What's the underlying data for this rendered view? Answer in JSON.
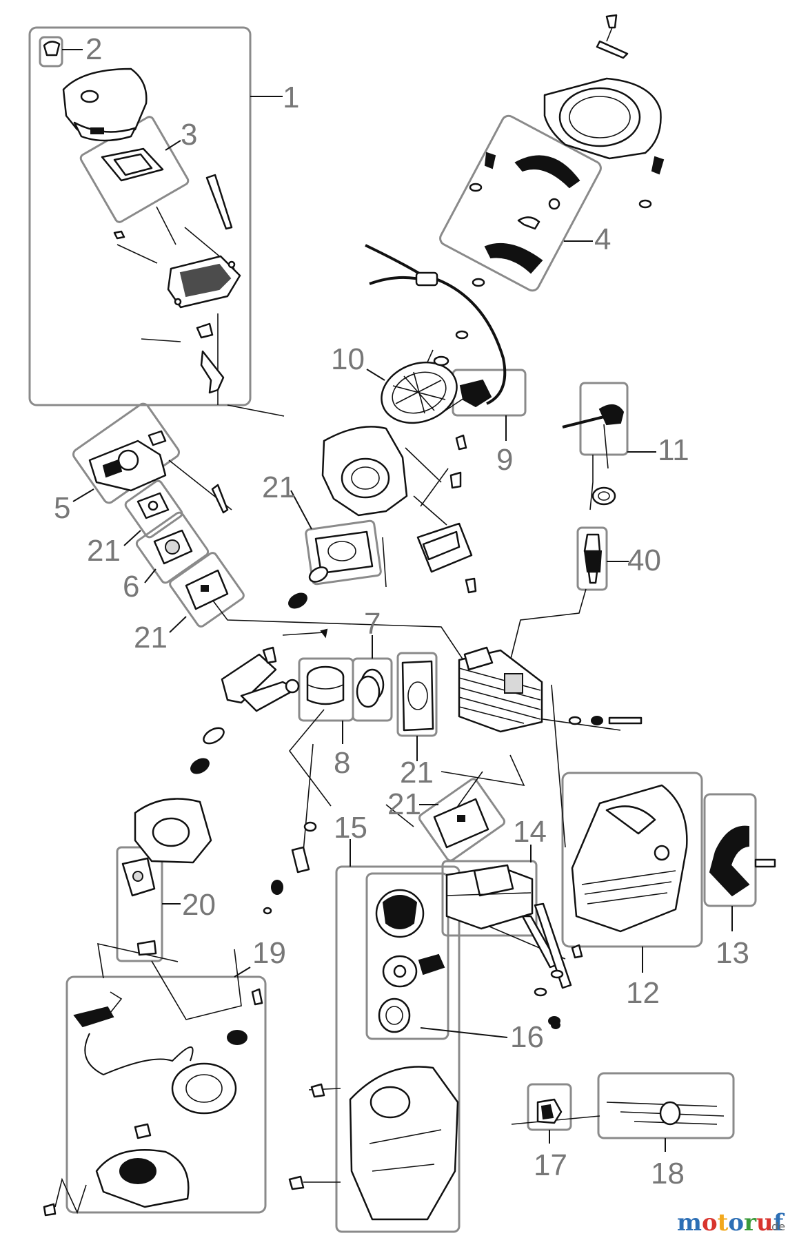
{
  "labels": [
    "1",
    "2",
    "3",
    "4",
    "5",
    "6",
    "7",
    "8",
    "9",
    "10",
    "11",
    "12",
    "13",
    "14",
    "15",
    "16",
    "17",
    "18",
    "19",
    "20",
    "21",
    "40"
  ],
  "watermark": {
    "letters": [
      "m",
      "o",
      "t",
      "o",
      "r",
      "u",
      "f"
    ],
    "letter_colors": [
      "#2d6fb5",
      "#d8352f",
      "#f2a81d",
      "#2d6fb5",
      "#3a9a3a",
      "#d8352f",
      "#2d6fb5"
    ],
    "suffix": ".de"
  },
  "colors": {
    "frame": "#8a8a8a",
    "label": "#777777",
    "line": "#111111"
  }
}
